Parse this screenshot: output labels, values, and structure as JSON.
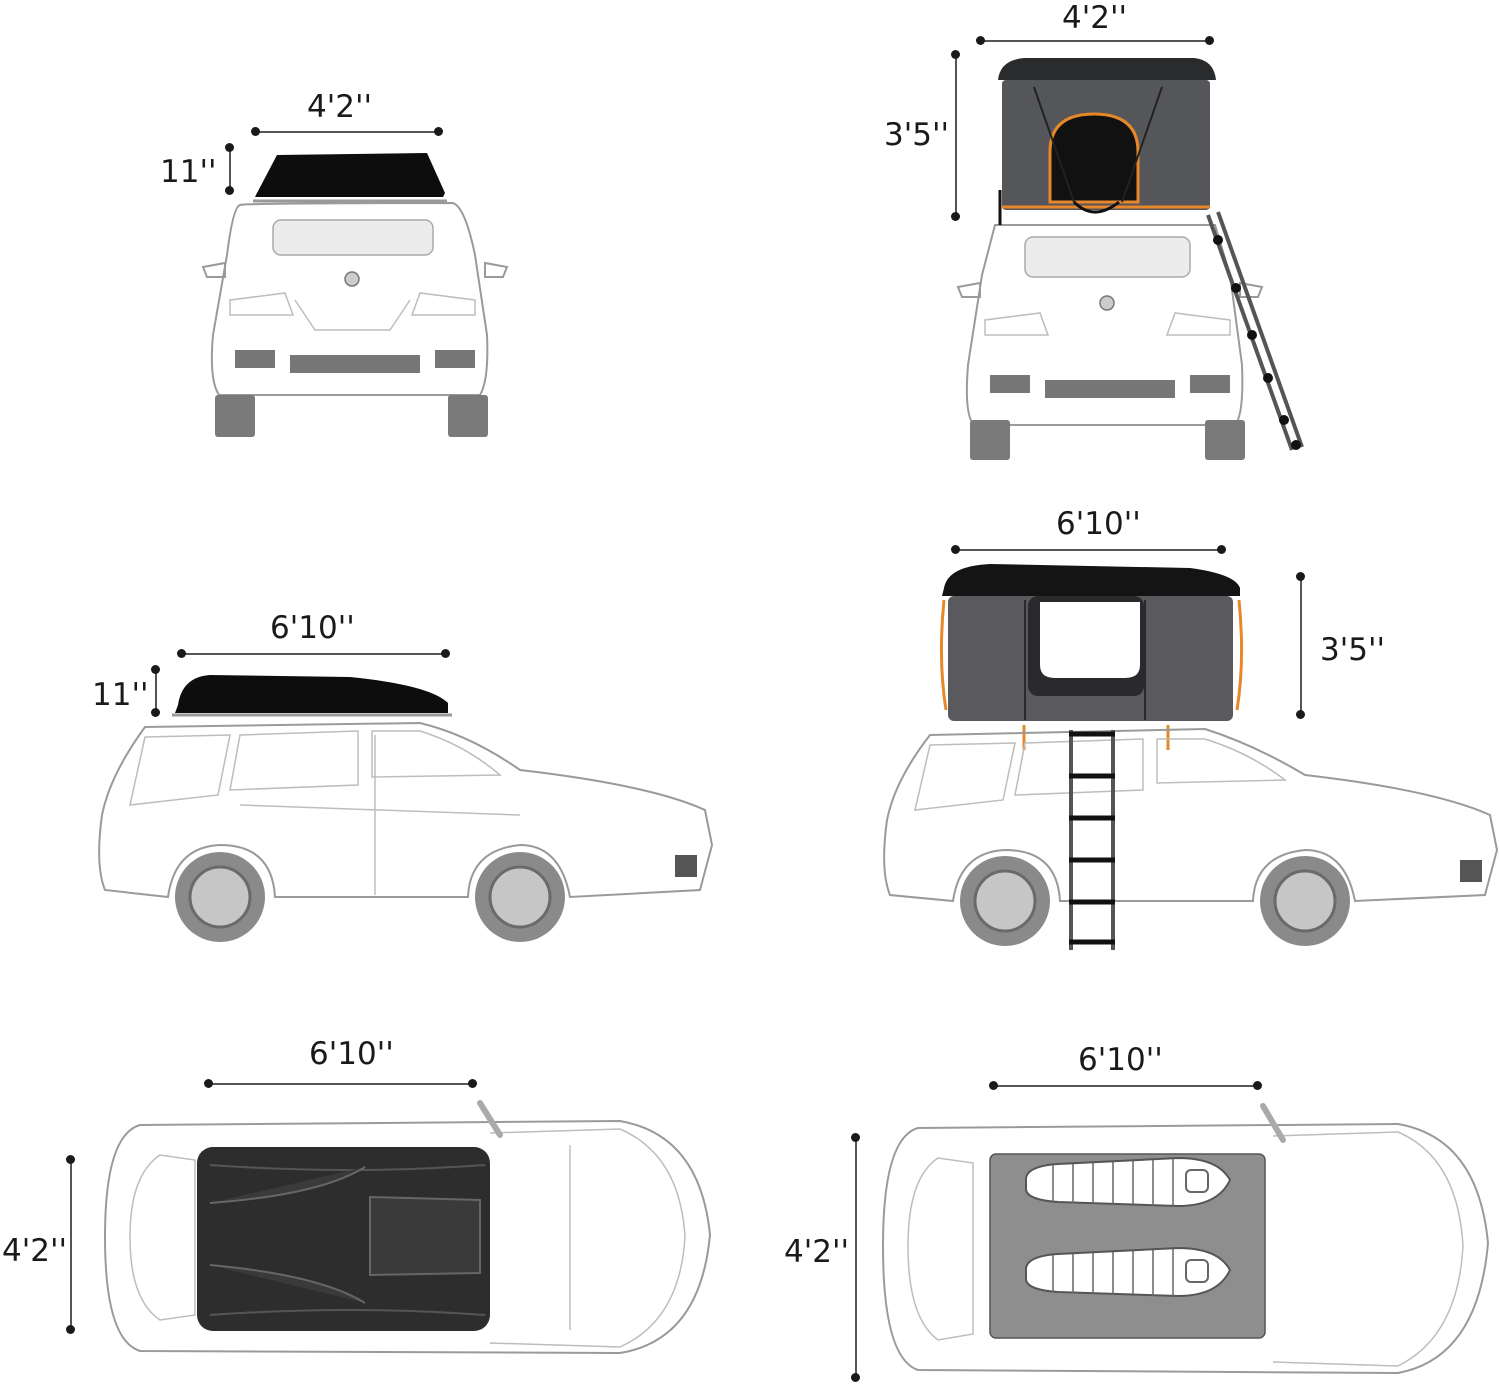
{
  "diagram": {
    "subject": "Hard-shell rooftop tent dimensions on SUV",
    "colors": {
      "tent_shell": "#111111",
      "tent_fabric": "#5a5a5e",
      "accent_orange": "#e8872a",
      "car_outline": "#9a9a9a",
      "dimension_line": "#555555",
      "text": "#1a1a1a"
    },
    "panels": [
      {
        "id": "closed-rear",
        "view": "rear",
        "state": "closed",
        "width_label": "4'2''",
        "height_label": "11''"
      },
      {
        "id": "open-rear",
        "view": "rear",
        "state": "open",
        "width_label": "4'2''",
        "height_label": "3'5''"
      },
      {
        "id": "closed-side",
        "view": "side",
        "state": "closed",
        "length_label": "6'10''",
        "height_label": "11''"
      },
      {
        "id": "open-side",
        "view": "side",
        "state": "open",
        "length_label": "6'10''",
        "height_label": "3'5''"
      },
      {
        "id": "closed-top",
        "view": "top",
        "state": "closed",
        "length_label": "6'10''",
        "width_label": "4'2''"
      },
      {
        "id": "open-top",
        "view": "top",
        "state": "open",
        "length_label": "6'10''",
        "width_label": "4'2''"
      }
    ]
  }
}
